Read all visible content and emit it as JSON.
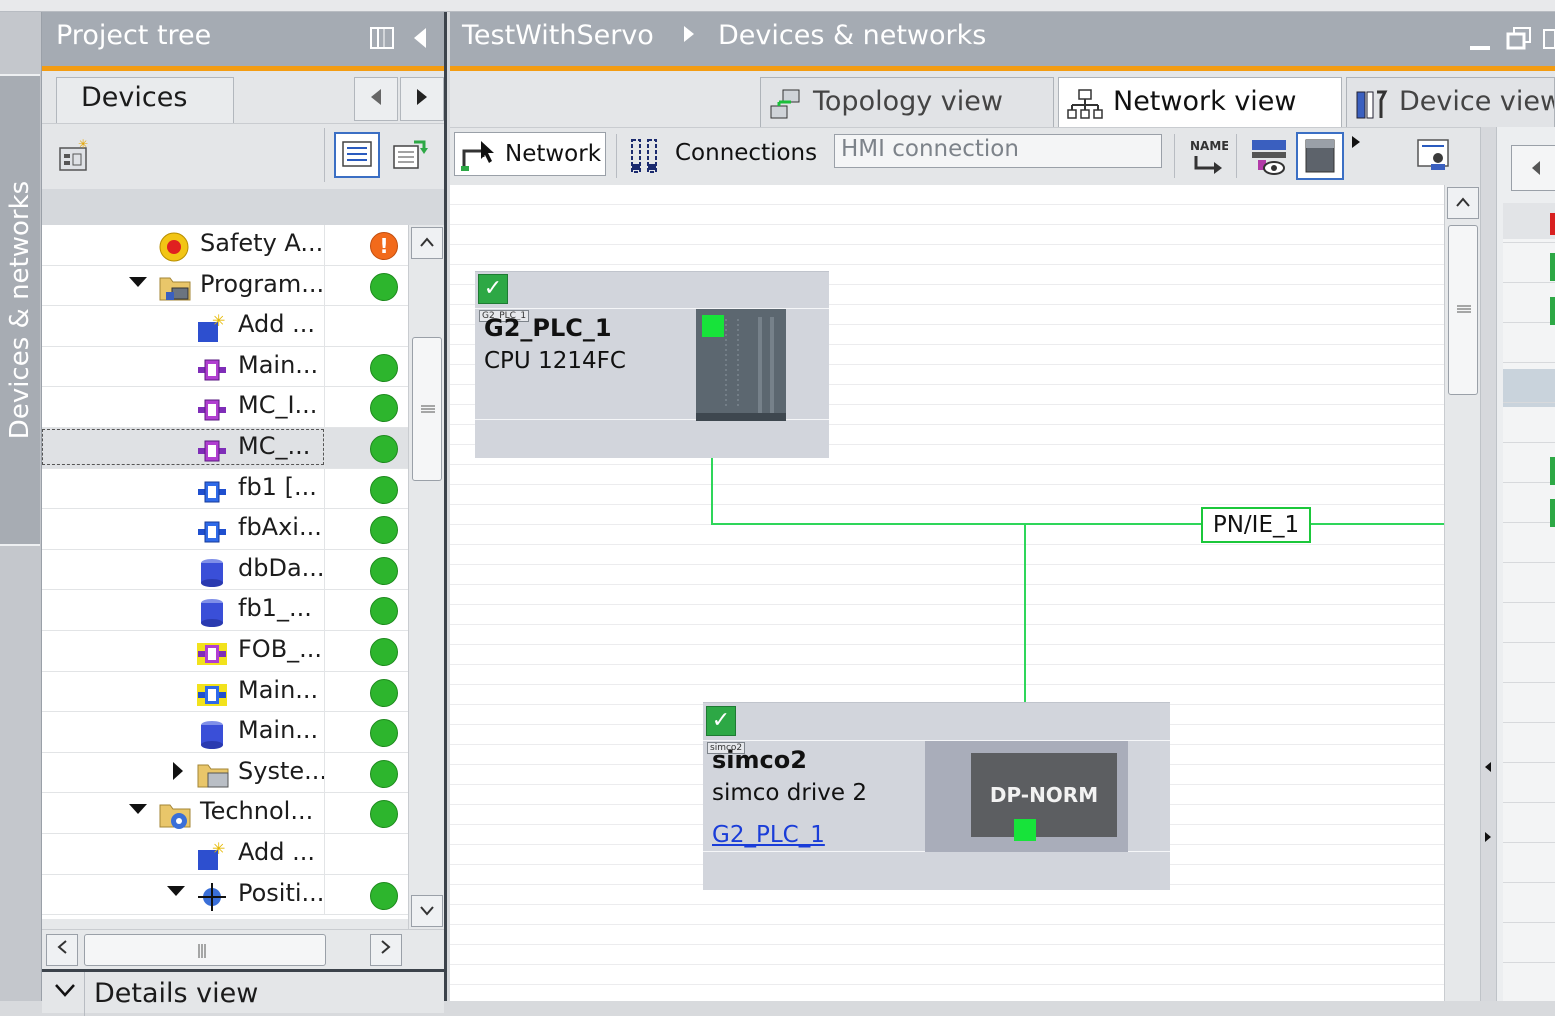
{
  "sidebar": {
    "tab_label": "Devices & networks"
  },
  "project_tree": {
    "title": "Project tree",
    "devices_tab": "Devices",
    "details_view": "Details view",
    "items": [
      {
        "label": "Safety A...",
        "icon": "safety-icon",
        "status": "warning",
        "status_glyph": "!"
      },
      {
        "label": "Program...",
        "icon": "program-blocks-folder-icon",
        "status": "ok",
        "expanded": true
      },
      {
        "label": "Add ...",
        "icon": "add-new-block-icon",
        "status": "none"
      },
      {
        "label": "Main...",
        "icon": "ob-block-icon",
        "status": "ok"
      },
      {
        "label": "MC_I...",
        "icon": "ob-block-icon",
        "status": "ok"
      },
      {
        "label": "MC_...",
        "icon": "ob-block-icon",
        "status": "ok",
        "selected": true
      },
      {
        "label": "fb1 [...",
        "icon": "fb-block-icon",
        "status": "ok"
      },
      {
        "label": "fbAxi...",
        "icon": "fb-block-icon",
        "status": "ok"
      },
      {
        "label": "dbDa...",
        "icon": "db-block-icon",
        "status": "ok"
      },
      {
        "label": "fb1_...",
        "icon": "db-block-icon",
        "status": "ok"
      },
      {
        "label": "FOB_...",
        "icon": "fob-block-icon",
        "status": "ok"
      },
      {
        "label": "Main...",
        "icon": "fc-block-icon",
        "status": "ok"
      },
      {
        "label": "Main...",
        "icon": "db-block-icon",
        "status": "ok"
      },
      {
        "label": "Syste...",
        "icon": "system-blocks-folder-icon",
        "status": "ok",
        "collapsed": true
      },
      {
        "label": "Technol...",
        "icon": "technology-objects-folder-icon",
        "status": "ok",
        "expanded": true
      },
      {
        "label": "Add ...",
        "icon": "add-new-object-icon",
        "status": "none"
      },
      {
        "label": "Positi...",
        "icon": "positioning-axis-icon",
        "status": "ok",
        "expanded": true
      }
    ]
  },
  "editor": {
    "breadcrumb": [
      "TestWithServo",
      "Devices & networks"
    ],
    "tabs": [
      {
        "label": "Topology view",
        "active": false
      },
      {
        "label": "Network view",
        "active": true
      },
      {
        "label": "Device view",
        "active": false
      }
    ],
    "toolbar": {
      "network_label": "Network",
      "connections_label": "Connections",
      "connection_type": "HMI connection"
    }
  },
  "canvas": {
    "devices": [
      {
        "tag": "G2_PLC_1",
        "name": "G2_PLC_1",
        "type": "CPU 1214FC",
        "link": ""
      },
      {
        "tag": "simco2",
        "name": "simco2",
        "type": "simco drive 2",
        "link": "G2_PLC_1",
        "module_label": "DP-NORM"
      }
    ],
    "subnet_label": "PN/IE_1"
  },
  "colors": {
    "accent": "#f39c12",
    "header_bg": "#a5abb3",
    "status_ok": "#2db52d",
    "status_warn": "#f26a1b",
    "network_line": "#2ed65a"
  }
}
